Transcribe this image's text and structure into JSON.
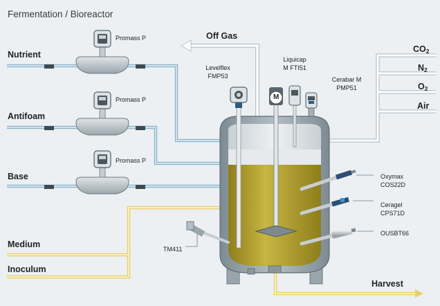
{
  "title": "Fermentation / Bioreactor",
  "inputs": {
    "nutrient": "Nutrient",
    "antifoam": "Antifoam",
    "base": "Base",
    "medium": "Medium",
    "inoculum": "Inoculum"
  },
  "outputs": {
    "off_gas": "Off Gas",
    "harvest": "Harvest"
  },
  "gases": [
    {
      "base": "CO",
      "sub": "2"
    },
    {
      "base": "N",
      "sub": "2"
    },
    {
      "base": "O",
      "sub": "2"
    },
    {
      "base": "Air",
      "sub": ""
    }
  ],
  "flowmeters": [
    "Promass P",
    "Promass P",
    "Promass P"
  ],
  "instruments": {
    "levelflex": {
      "name": "Levelflex",
      "code": "FMP53"
    },
    "liquicap": {
      "name": "Liquicap",
      "code": "M FTI51"
    },
    "cerabar": {
      "name": "Cerabar M",
      "code": "PMP51"
    },
    "oxymax": {
      "name": "Oxymax",
      "code": "COS22D"
    },
    "ceragel": {
      "name": "Ceragel",
      "code": "CPS71D"
    },
    "ousbt": {
      "name": "OUSBT66"
    },
    "tm": {
      "name": "TM411"
    },
    "motor": "M"
  },
  "colors": {
    "background": "#ecf0f3",
    "blue_line": "#a4c4d8",
    "yellow_line": "#f2dc8c",
    "broth": "#b8a52c",
    "vessel": "#8e9ba3"
  }
}
